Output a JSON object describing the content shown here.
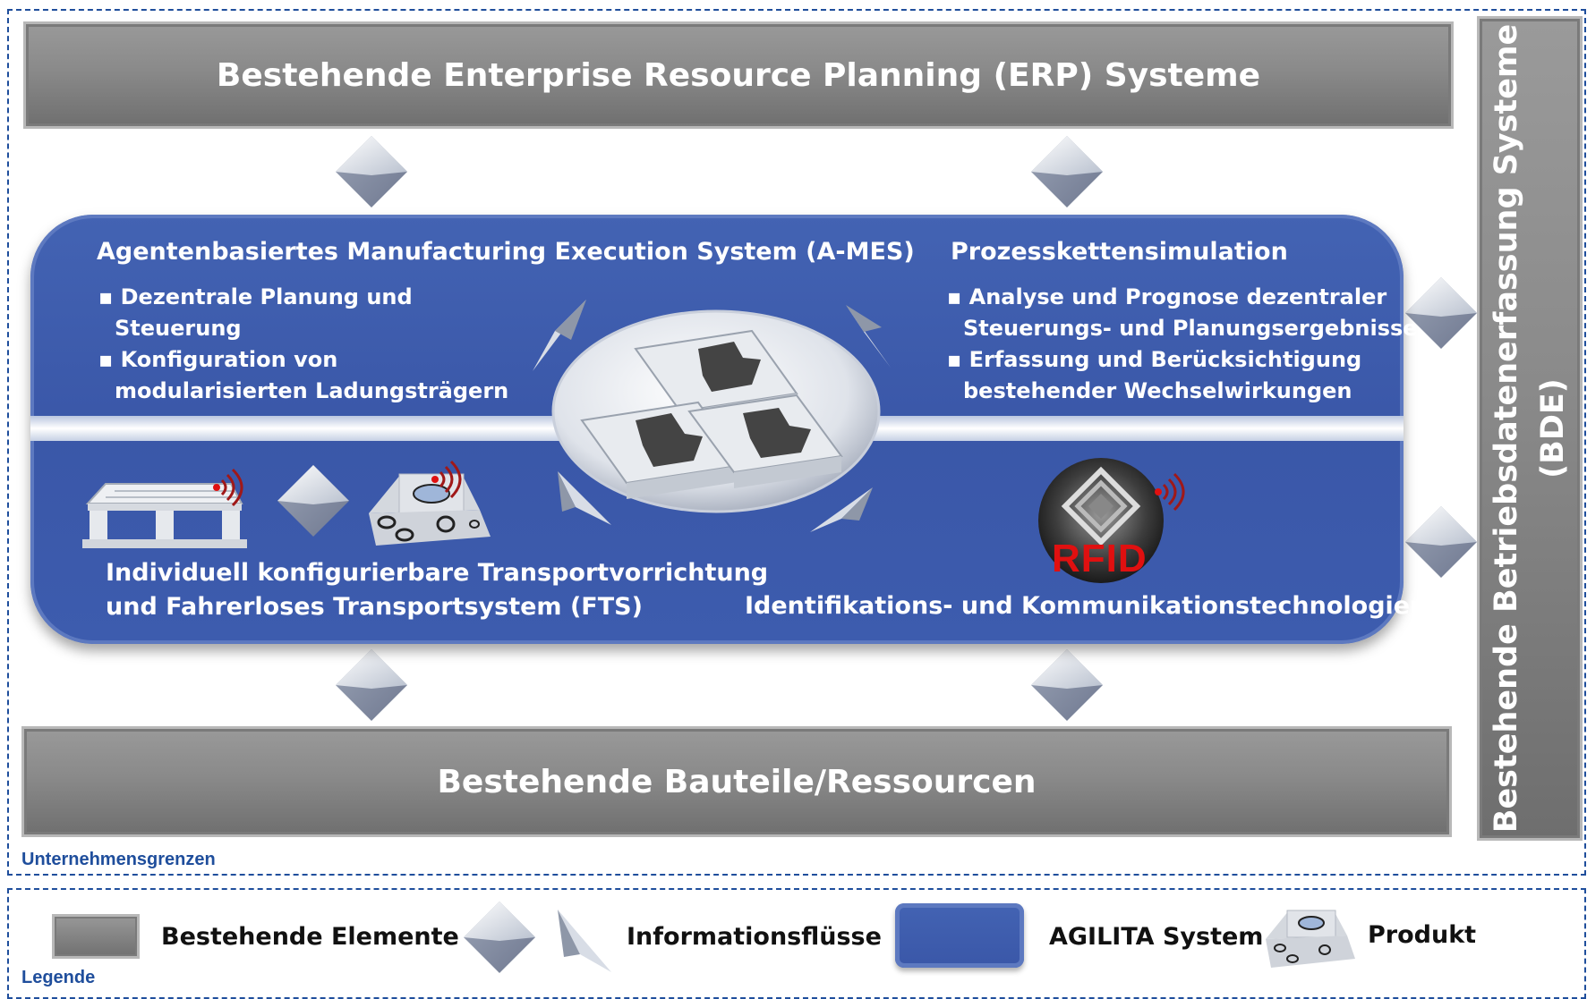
{
  "erp_bar": {
    "label": "Bestehende Enterprise Resource Planning (ERP) Systeme"
  },
  "bde_bar": {
    "line1": "Bestehende Betriebsdatenerfassung Systeme",
    "line2": "(BDE)"
  },
  "bottom_bar": {
    "label": "Bestehende Bauteile/Ressourcen"
  },
  "ames": {
    "title": "Agentenbasiertes Manufacturing Execution System (A-MES)",
    "bullets": [
      [
        "Dezentrale Planung und",
        "Steuerung"
      ],
      [
        "Konfiguration von",
        "modularisierten Ladungsträgern"
      ]
    ]
  },
  "sim": {
    "title": "Prozesskettensimulation",
    "bullets": [
      [
        "Analyse und Prognose dezentraler",
        "Steuerungs- und  Planungsergebnisse"
      ],
      [
        "Erfassung und Berücksichtigung",
        "bestehender Wechselwirkungen"
      ]
    ]
  },
  "transport": {
    "line1": "Individuell konfigurierbare Transportvorrichtung",
    "line2": "und Fahrerloses Transportsystem (FTS)"
  },
  "ident": {
    "label": "Identifikations- und Kommunikationstechnologien",
    "rfid": "RFID"
  },
  "boundary_label": "Unternehmensgrenzen",
  "legend": {
    "title": "Legende",
    "items": [
      "Bestehende Elemente",
      "Informationsflüsse",
      "AGILITA System",
      "Produkt"
    ]
  },
  "colors": {
    "agilita_blue": "#3d5cae",
    "grey": "#8a8a8a",
    "border_blue": "#1f4e9c",
    "rfid_red": "#e01010"
  }
}
